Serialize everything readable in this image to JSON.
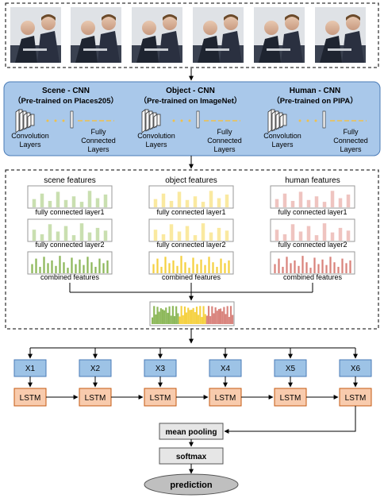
{
  "colors": {
    "cnn_panel": "#a9c8ea",
    "cnn_panel_border": "#4a7bb7",
    "x_box": "#9dc3e6",
    "x_box_border": "#4a7bb7",
    "lstm_box": "#f8cbad",
    "lstm_box_border": "#c55a11",
    "gray_box": "#e6e6e6",
    "prediction": "#bfbfbf",
    "scene": "#8db85a",
    "object": "#f5d142",
    "human": "#d9837c",
    "scene_light": "#c9dfb0",
    "object_light": "#fae9a0",
    "human_light": "#efc4c0",
    "fc_dash": "#f0c04a"
  },
  "icons": [
    "photo-thumbnail-icon",
    "conv-layer-stack-icon",
    "fc-dashed-line-icon",
    "bar-chart-icon",
    "arrow-icon"
  ],
  "photos": [
    {
      "name": "frame-1"
    },
    {
      "name": "frame-2"
    },
    {
      "name": "frame-3"
    },
    {
      "name": "frame-4"
    },
    {
      "name": "frame-5"
    },
    {
      "name": "frame-6"
    }
  ],
  "cnns": [
    {
      "title": "Scene - CNN",
      "subtitle": "（Pre-trained on Places205）",
      "conv_label": [
        "Convolution",
        "Layers"
      ],
      "fc_label": [
        "Fully",
        "Connected",
        "Layers"
      ]
    },
    {
      "title": "Object - CNN",
      "subtitle": "（Pre-trained on ImageNet）",
      "conv_label": [
        "Convolution",
        "Layers"
      ],
      "fc_label": [
        "Fully",
        "Connected",
        "Layers"
      ]
    },
    {
      "title": "Human - CNN",
      "subtitle": "（Pre-trained on PIPA）",
      "conv_label": [
        "Convolution",
        "Layers"
      ],
      "fc_label": [
        "Fully",
        "Connected",
        "Layers"
      ]
    }
  ],
  "feature_groups": [
    {
      "title": "scene features",
      "layer1": "fully connected layer1",
      "layer2": "fully connected layer2",
      "combined": "combined features"
    },
    {
      "title": "object features",
      "layer1": "fully connected layer1",
      "layer2": "fully connected layer2",
      "combined": "combined features"
    },
    {
      "title": "human features",
      "layer1": "fully connected layer1",
      "layer2": "fully connected layer2",
      "combined": "combined features"
    }
  ],
  "sequence": {
    "inputs": [
      "X1",
      "X2",
      "X3",
      "X4",
      "X5",
      "X6"
    ],
    "cell_label": "LSTM",
    "pooling": "mean pooling",
    "softmax": "softmax",
    "prediction": "prediction"
  }
}
